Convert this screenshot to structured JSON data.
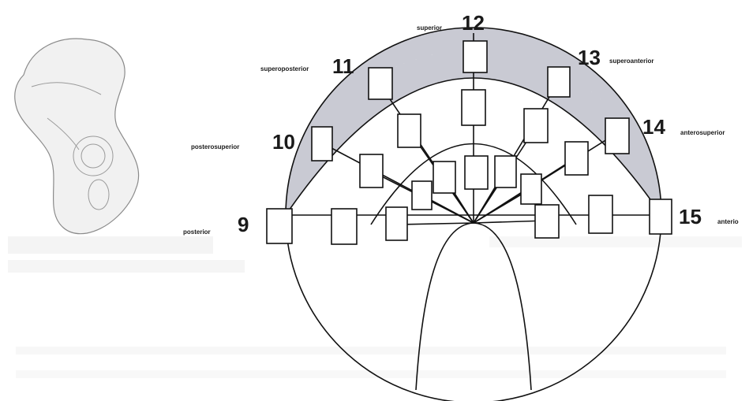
{
  "colors": {
    "band_fill": "#c9cad3",
    "stroke": "#111111",
    "text": "#1a1a1a"
  },
  "illustration": {
    "name": "pelvis-bone-sketch"
  },
  "positions": [
    {
      "id": "pos-9",
      "number": "9",
      "label": "posterior"
    },
    {
      "id": "pos-10",
      "number": "10",
      "label": "posterosuperior"
    },
    {
      "id": "pos-11",
      "number": "11",
      "label": "superoposterior"
    },
    {
      "id": "pos-12",
      "number": "12",
      "label": "superior"
    },
    {
      "id": "pos-13",
      "number": "13",
      "label": "superoanterior"
    },
    {
      "id": "pos-14",
      "number": "14",
      "label": "anterosuperior"
    },
    {
      "id": "pos-15",
      "number": "15",
      "label": "anterio"
    }
  ]
}
